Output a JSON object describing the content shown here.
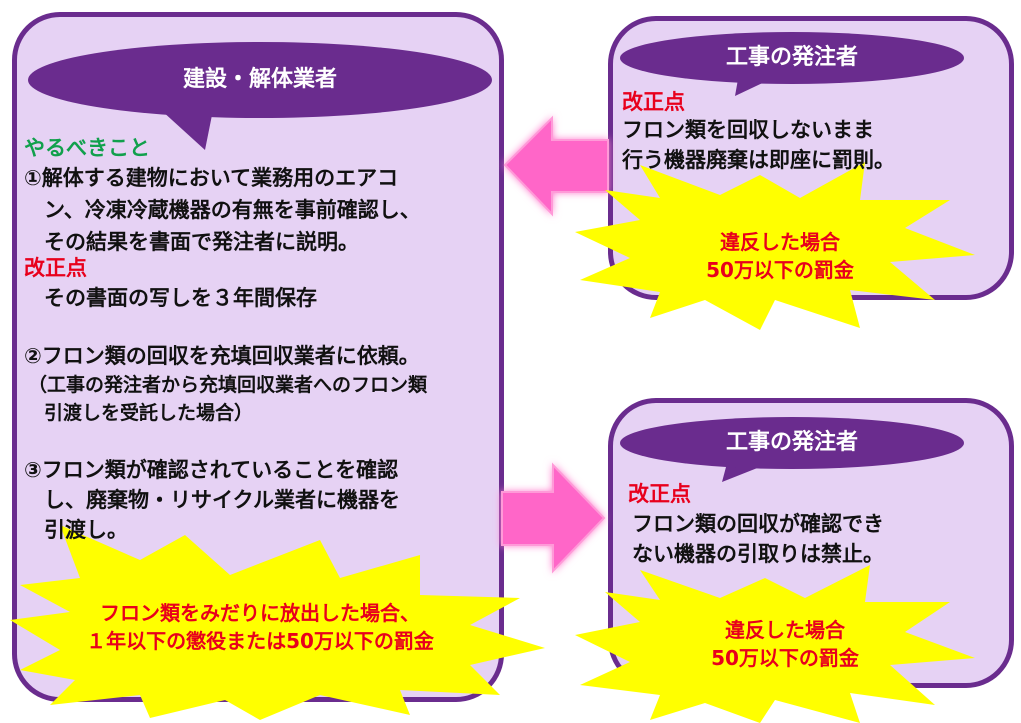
{
  "left_panel": {
    "title": "建設・解体業者",
    "todo_heading": "やるべきこと",
    "item1_lines": [
      "①解体する建物において業務用のエアコ",
      "ン、冷凍冷蔵機器の有無を事前確認し、",
      "その結果を書面で発注者に説明。"
    ],
    "revision_label": "改正点",
    "revision_text": "その書面の写しを３年間保存",
    "item2_lines": [
      "②フロン類の回収を充填回収業者に依頼。"
    ],
    "item2_note_lines": [
      "（工事の発注者から充填回収業者へのフロン類",
      "引渡しを受託した場合）"
    ],
    "item3_lines": [
      "③フロン類が確認されていることを確認",
      "し、廃棄物・リサイクル業者に機器を",
      "引渡し。"
    ],
    "penalty_lines": [
      "フロン類をみだりに放出した場合、",
      "１年以下の懲役または50万以下の罰金"
    ]
  },
  "top_right_panel": {
    "title": "工事の発注者",
    "revision_label": "改正点",
    "text_lines": [
      "フロン類を回収しないまま",
      "行う機器廃棄は即座に罰則。"
    ],
    "penalty_lines": [
      "違反した場合",
      "50万以下の罰金"
    ]
  },
  "bottom_right_panel": {
    "title": "工事の発注者",
    "revision_label": "改正点",
    "text_lines": [
      "フロン類の回収が確認でき",
      "ない機器の引取りは禁止。"
    ],
    "penalty_lines": [
      "違反した場合",
      "50万以下の罰金"
    ]
  },
  "colors": {
    "panel_fill": "#e6d2f4",
    "panel_border": "#6a2c8e",
    "title_ellipse": "#6a2c8e",
    "arrow": "#ff66c8",
    "burst": "#ffff00",
    "accent_red": "#e8001c",
    "accent_green": "#11a04c"
  }
}
